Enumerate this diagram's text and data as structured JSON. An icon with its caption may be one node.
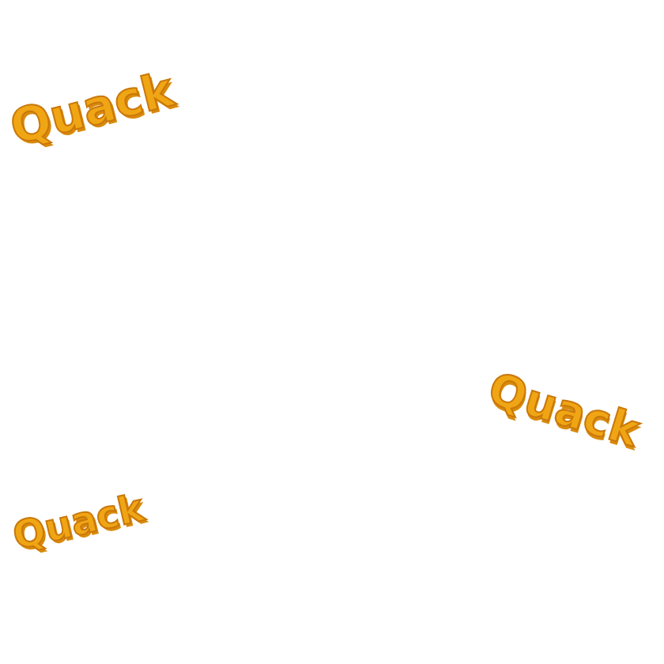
{
  "diagram": {
    "labels": [
      "Quack",
      "Quack",
      "Quack"
    ]
  }
}
